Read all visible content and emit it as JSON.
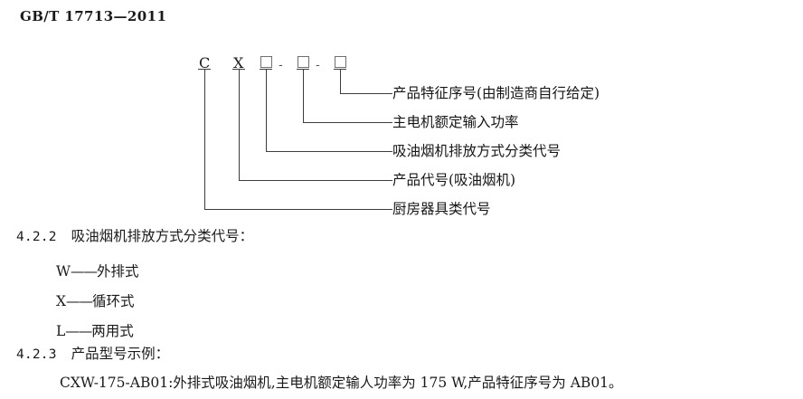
{
  "header": {
    "standard_code": "GB/T 17713—2011"
  },
  "diagram": {
    "name": "model-designation-diagram",
    "code_parts": [
      {
        "text": "C",
        "type": "letter"
      },
      {
        "text": "X",
        "type": "letter"
      },
      {
        "text": "□",
        "type": "box"
      },
      {
        "text": "-",
        "type": "separator"
      },
      {
        "text": "□",
        "type": "box"
      },
      {
        "text": "-",
        "type": "separator"
      },
      {
        "text": "□",
        "type": "box"
      }
    ],
    "leader_labels": [
      "产品特征序号(由制造商自行给定)",
      "主电机额定输入功率",
      "吸油烟机排放方式分类代号",
      "产品代号(吸油烟机)",
      "厨房器具类代号"
    ],
    "line_color": "#3c3c3c",
    "box_border_color": "#6f6f6f"
  },
  "clauses": [
    {
      "number": "4.2.2",
      "title": "吸油烟机排放方式分类代号："
    },
    {
      "number": "4.2.3",
      "title": "产品型号示例："
    }
  ],
  "discharge_codes": [
    {
      "code": "W",
      "dash": "——",
      "name": "外排式"
    },
    {
      "code": "X",
      "dash": "——",
      "name": "循环式"
    },
    {
      "code": "L",
      "dash": "——",
      "name": "两用式"
    }
  ],
  "example": {
    "text": "CXW-175-AB01:外排式吸油烟机,主电机额定输人功率为 175 W,产品特征序号为 AB01。"
  }
}
